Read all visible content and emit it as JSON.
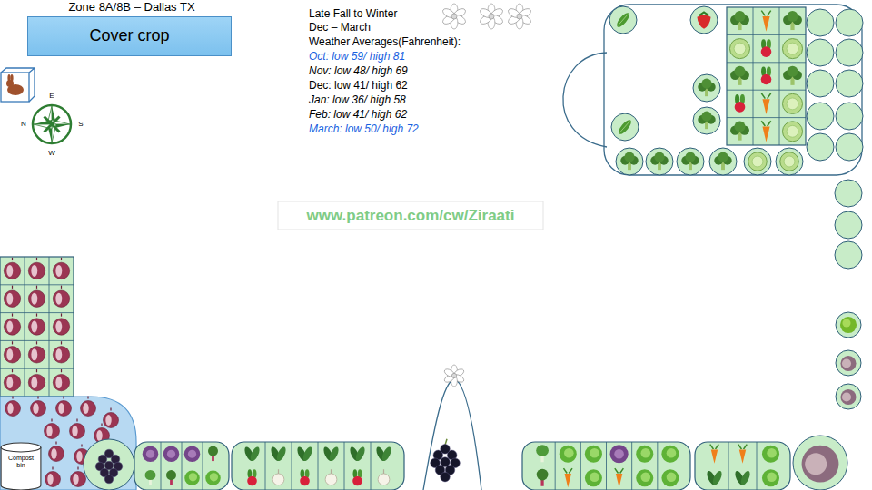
{
  "diagram": {
    "title": "Zone 8A/8B – Dallas TX",
    "nodes": [
      {
        "text": [
          "Cover crop"
        ]
      },
      {
        "text": [
          "Compost bin"
        ]
      }
    ],
    "labels": [
      "E",
      "N",
      "S",
      "W",
      "Late Fall to Winter",
      "Dec – March",
      "Weather Averages(Fahrenheit):",
      "Oct: low 59/ high 81",
      "Nov: low 48/ high 69",
      "Dec: low 41/ high 62",
      "Jan: low 36/ high 58",
      "Feb: low 41/ high 62",
      "March: low 50/ high 72",
      "www.patreon.com/cw/Ziraati"
    ]
  }
}
